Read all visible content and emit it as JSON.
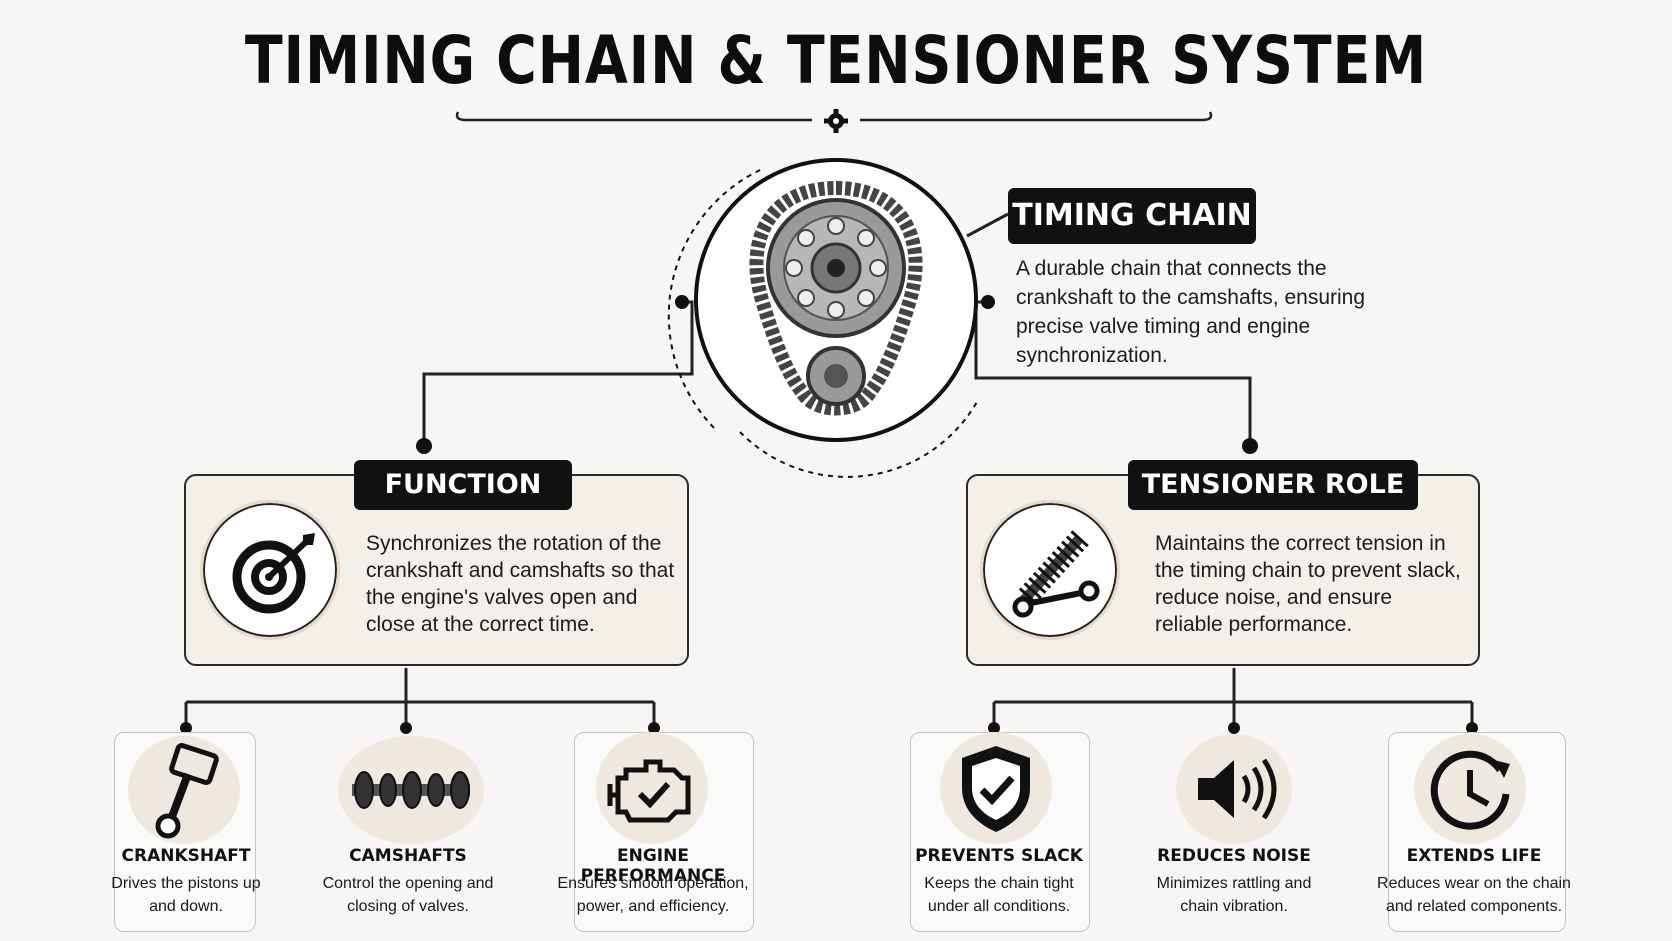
{
  "title": "TIMING CHAIN & TENSIONER SYSTEM",
  "timing_chain": {
    "label": "TIMING CHAIN",
    "description": "A durable chain that connects the crankshaft to the camshafts, ensuring precise valve timing and engine synchronization."
  },
  "function": {
    "label": "FUNCTION",
    "description": "Synchronizes the rotation of the crankshaft and camshafts so that the engine's valves open and close at the correct time.",
    "icon": "target-icon"
  },
  "tensioner": {
    "label": "TENSIONER ROLE",
    "description": "Maintains the correct tension in the timing chain to prevent slack, reduce noise, and ensure reliable performance.",
    "icon": "spring-tensioner-icon"
  },
  "features": [
    {
      "label": "CRANKSHAFT",
      "description": "Drives the pistons up and down.",
      "icon": "piston-icon"
    },
    {
      "label": "CAMSHAFTS",
      "description": "Control the opening and closing of valves.",
      "icon": "camshaft-icon"
    },
    {
      "label": "ENGINE PERFORMANCE",
      "description": "Ensures smooth operation, power, and efficiency.",
      "icon": "engine-check-icon"
    },
    {
      "label": "PREVENTS SLACK",
      "description": "Keeps the chain tight under all conditions.",
      "icon": "shield-check-icon"
    },
    {
      "label": "REDUCES NOISE",
      "description": "Minimizes rattling and chain vibration.",
      "icon": "speaker-icon"
    },
    {
      "label": "EXTENDS LIFE",
      "description": "Reduces wear on the chain and related components.",
      "icon": "clock-icon"
    }
  ],
  "colors": {
    "ink": "#111111",
    "card": "#f3efe9",
    "accent": "#e7d9c6",
    "background": "#f7f6f4"
  }
}
